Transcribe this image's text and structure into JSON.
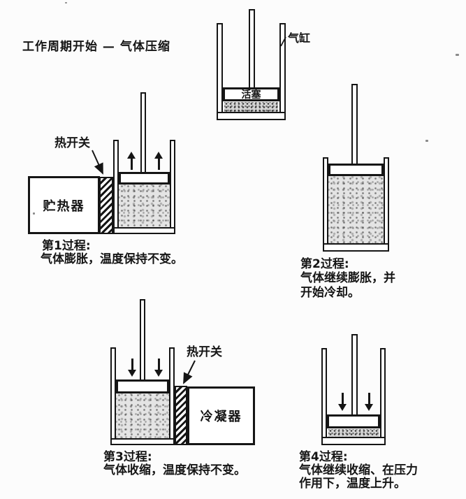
{
  "title": "工作周期开始 — 气体压缩",
  "labels": {
    "cylinder": "气缸",
    "piston": "活塞",
    "heat_switch": "热开关",
    "regenerator": "贮热器",
    "condenser": "冷凝器"
  },
  "steps": [
    {
      "name": "第1过程:",
      "lines": [
        "气体膨胀，温度保持不变。"
      ]
    },
    {
      "name": "第2过程:",
      "lines": [
        "气体继续膨胀，并",
        "开始冷却。"
      ]
    },
    {
      "name": "第3过程:",
      "lines": [
        "气体收缩，温度保持不变。"
      ]
    },
    {
      "name": "第4过程:",
      "lines": [
        "气体继续收缩、在压力",
        "作用下，温度上升。"
      ]
    }
  ],
  "icons": {
    "up_arrow": "▲",
    "down_arrow": "▼",
    "pointer_arrow": "↘"
  },
  "colors": {
    "ink": "#151515",
    "paper": "#fcfcfc",
    "gas_fill": "#e4e4e4",
    "gas_speckle": "#707070"
  }
}
